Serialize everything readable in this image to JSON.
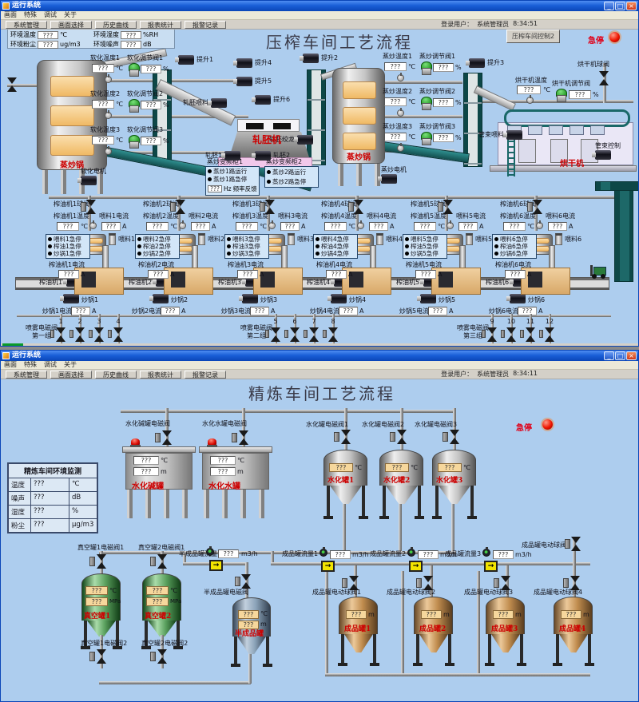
{
  "icons": {
    "flow_arrow": "→",
    "min": "_",
    "max": "□",
    "close": "×"
  },
  "w1": {
    "title": "运行系统",
    "menus": [
      {
        "label": "画面"
      },
      {
        "label": "特殊"
      },
      {
        "label": "调试"
      },
      {
        "label": "关于"
      }
    ],
    "toolbar": [
      {
        "label": "系统管理"
      },
      {
        "label": "画面选择"
      },
      {
        "label": "历史曲线"
      },
      {
        "label": "报表统计"
      },
      {
        "label": "报警记录"
      }
    ],
    "login_label": "登录用户：",
    "login_user": "系统管理员",
    "time": "8:34:51",
    "page_title": "压榨车间工艺流程",
    "ctrl_btn": "压榨车间控制2",
    "estop": "急停",
    "env": [
      {
        "label": "环境温度",
        "value": "???",
        "unit": "℃"
      },
      {
        "label": "环境湿度",
        "value": "???",
        "unit": "%RH"
      },
      {
        "label": "环境粉尘",
        "value": "???",
        "unit": "ug/m3"
      },
      {
        "label": "环境噪声",
        "value": "???",
        "unit": "dB"
      }
    ],
    "tank1_name": "蒸炒锅",
    "tank2_name": "蒸炒锅",
    "mill_name": "轧胚机",
    "dryer_name": "烘干机",
    "soft_rows": [
      {
        "t": "软化温度1",
        "tv": "???",
        "tu": "℃",
        "v": "软化调节阀1",
        "vv": "???",
        "vu": "%"
      },
      {
        "t": "软化温度2",
        "tv": "???",
        "tu": "℃",
        "v": "软化调节阀2",
        "vv": "???",
        "vu": "%"
      },
      {
        "t": "软化温度3",
        "tv": "???",
        "tu": "℃",
        "v": "软化调节阀3",
        "vv": "???",
        "vu": "%"
      }
    ],
    "steam_rows": [
      {
        "t": "蒸炒温度1",
        "tv": "???",
        "tu": "℃",
        "v": "蒸炒调节阀1",
        "vv": "???",
        "vu": "%"
      },
      {
        "t": "蒸炒温度2",
        "tv": "???",
        "tu": "℃",
        "v": "蒸炒调节阀2",
        "vv": "???",
        "vu": "%"
      },
      {
        "t": "蒸炒温度3",
        "tv": "???",
        "tu": "℃",
        "v": "蒸炒调节阀3",
        "vv": "???",
        "vu": "%"
      }
    ],
    "motors": [
      {
        "label": "提升1"
      },
      {
        "label": "提升4"
      },
      {
        "label": "提升5"
      },
      {
        "label": "提升6"
      },
      {
        "label": "提升2"
      },
      {
        "label": "提升3"
      },
      {
        "label": "轧胚喂料"
      },
      {
        "label": "软化电机"
      },
      {
        "label": "蒸炒电机"
      },
      {
        "label": "轧胚绞龙"
      },
      {
        "label": "轧胚1"
      },
      {
        "label": "轧胚2"
      },
      {
        "label": "管束喂料"
      },
      {
        "label": "管束控制"
      }
    ],
    "vfd1": {
      "title": "蒸炒变频柜1",
      "i1": "蒸炒1路运行",
      "i2": "蒸炒1路急停",
      "hz_v": "???",
      "hz_u": "Hz",
      "hz_l": "频率反馈"
    },
    "vfd2": {
      "title": "蒸炒变频柜2",
      "i1": "蒸炒2路运行",
      "i2": "蒸炒2路急停"
    },
    "dryer_temp": {
      "label": "烘干机温度",
      "value": "???",
      "unit": "℃"
    },
    "dryer_valve": {
      "label": "烘干机调节阀",
      "value": "???",
      "unit": "%"
    },
    "dryer_ball": "烘干机球阀",
    "press_units": [
      {
        "ball": "榨油机1球阀",
        "t": "榨油机1温度",
        "tv": "???",
        "tu": "℃",
        "fc": "喂料1电流",
        "fcv": "???",
        "fcu": "A",
        "fm": "喂料1",
        "i1": "喂料1急停",
        "i2": "榨油1急停",
        "i3": "炒锅1急停",
        "pc": "榨油机1电流",
        "pcv": "???",
        "pcu": "A",
        "pm": "榨油机1",
        "wm": "炒锅1",
        "wc": "炒锅1电流",
        "wcv": "???",
        "wcu": "A"
      },
      {
        "ball": "榨油机2球阀",
        "t": "榨油机2温度",
        "tv": "???",
        "tu": "℃",
        "fc": "喂料2电流",
        "fcv": "???",
        "fcu": "A",
        "fm": "喂料2",
        "i1": "喂料2急停",
        "i2": "榨油2急停",
        "i3": "炒锅2急停",
        "pc": "榨油机2电流",
        "pcv": "???",
        "pcu": "A",
        "pm": "榨油机2",
        "wm": "炒锅2",
        "wc": "炒锅2电流",
        "wcv": "???",
        "wcu": "A"
      },
      {
        "ball": "榨油机3球阀",
        "t": "榨油机3温度",
        "tv": "???",
        "tu": "℃",
        "fc": "喂料3电流",
        "fcv": "???",
        "fcu": "A",
        "fm": "喂料3",
        "i1": "喂料3急停",
        "i2": "榨油3急停",
        "i3": "炒锅3急停",
        "pc": "榨油机3电流",
        "pcv": "???",
        "pcu": "A",
        "pm": "榨油机3",
        "wm": "炒锅3",
        "wc": "炒锅3电流",
        "wcv": "???",
        "wcu": "A"
      },
      {
        "ball": "榨油机4球阀",
        "t": "榨油机4温度",
        "tv": "???",
        "tu": "℃",
        "fc": "喂料4电流",
        "fcv": "???",
        "fcu": "A",
        "fm": "喂料4",
        "i1": "喂料4急停",
        "i2": "榨油4急停",
        "i3": "炒锅4急停",
        "pc": "榨油机4电流",
        "pcv": "???",
        "pcu": "A",
        "pm": "榨油机4",
        "wm": "炒锅4",
        "wc": "炒锅4电流",
        "wcv": "???",
        "wcu": "A"
      },
      {
        "ball": "榨油机5球阀",
        "t": "榨油机5温度",
        "tv": "???",
        "tu": "℃",
        "fc": "喂料5电流",
        "fcv": "???",
        "fcu": "A",
        "fm": "喂料5",
        "i1": "喂料5急停",
        "i2": "榨油5急停",
        "i3": "炒锅5急停",
        "pc": "榨油机5电流",
        "pcv": "???",
        "pcu": "A",
        "pm": "榨油机5",
        "wm": "炒锅5",
        "wc": "炒锅5电流",
        "wcv": "???",
        "wcu": "A"
      },
      {
        "ball": "榨油机6球阀",
        "t": "榨油机6温度",
        "tv": "???",
        "tu": "℃",
        "fc": "喂料6电流",
        "fcv": "???",
        "fcu": "A",
        "fm": "喂料6",
        "i1": "喂料6急停",
        "i2": "榨油6急停",
        "i3": "炒锅6急停",
        "pc": "榨油机6电流",
        "pcv": "???",
        "pcu": "A",
        "pm": "榨油机6",
        "wm": "炒锅6",
        "wc": "炒锅6电流",
        "wcv": "???",
        "wcu": "A"
      }
    ],
    "spray_groups": [
      {
        "l1": "喷雾电磁阀",
        "l2": "第一组",
        "nums": [
          "1",
          "2",
          "3",
          "4"
        ]
      },
      {
        "l1": "喷雾电磁阀",
        "l2": "第二组",
        "nums": [
          "5",
          "6",
          "7",
          "8"
        ]
      },
      {
        "l1": "喷雾电磁阀",
        "l2": "第三组",
        "nums": [
          "9",
          "10",
          "11",
          "12"
        ]
      }
    ]
  },
  "w2": {
    "title": "运行系统",
    "menus": [
      {
        "label": "画面"
      },
      {
        "label": "特殊"
      },
      {
        "label": "调试"
      },
      {
        "label": "关于"
      }
    ],
    "toolbar": [
      {
        "label": "系统管理"
      },
      {
        "label": "画面选择"
      },
      {
        "label": "历史曲线"
      },
      {
        "label": "报表统计"
      },
      {
        "label": "报警记录"
      }
    ],
    "login_label": "登录用户：",
    "login_user": "系统管理员",
    "time": "8:34:11",
    "page_title": "精炼车间工艺流程",
    "estop": "急停",
    "env_table": {
      "title": "精炼车间环境监测",
      "rows": [
        {
          "label": "温度",
          "value": "???",
          "unit": "℃"
        },
        {
          "label": "噪声",
          "value": "???",
          "unit": "dB"
        },
        {
          "label": "湿度",
          "value": "???",
          "unit": "%"
        },
        {
          "label": "粉尘",
          "value": "???",
          "unit": "μg/m3"
        }
      ]
    },
    "box_tanks": [
      {
        "valve": "水化碱罐电磁阀",
        "name": "水化碱罐",
        "tv": "???",
        "tu": "℃",
        "lv": "???",
        "lu": "m"
      },
      {
        "valve": "水化水罐电磁阀",
        "name": "水化水罐",
        "tv": "???",
        "tu": "℃",
        "lv": "???",
        "lu": "m"
      }
    ],
    "hydra_tanks": [
      {
        "valve": "水化罐电磁阀1",
        "name": "水化罐1",
        "tv": "???",
        "tu": "℃"
      },
      {
        "valve": "水化罐电磁阀2",
        "name": "水化罐2",
        "tv": "???",
        "tu": "℃"
      },
      {
        "valve": "水化罐电磁阀3",
        "name": "水化罐3",
        "tv": "???",
        "tu": "℃"
      }
    ],
    "vac_tanks": [
      {
        "valve_top": "真空罐1电磁阀1",
        "valve_bot": "真空罐1电磁阀2",
        "name": "真空罐1",
        "tv": "???",
        "tu": "℃",
        "pv": "???",
        "pu": "MPa"
      },
      {
        "valve_top": "真空罐2电磁阀1",
        "valve_bot": "真空罐2电磁阀2",
        "name": "真空罐2",
        "tv": "???",
        "tu": "℃",
        "pv": "???",
        "pu": "MPa"
      }
    ],
    "semi": {
      "flow": "半成品罐流量",
      "fv": "???",
      "fu": "m3/h",
      "valve": "半成品罐电磁阀",
      "name": "半成品罐",
      "tv": "???",
      "tu": "℃",
      "lv": "???",
      "lu": "m"
    },
    "prod_flows": [
      {
        "label": "成品罐流量1",
        "value": "???",
        "unit": "m3/h"
      },
      {
        "label": "成品罐流量2",
        "value": "???",
        "unit": "m3/h"
      },
      {
        "label": "成品罐流量3",
        "value": "???",
        "unit": "m3/h"
      }
    ],
    "prod_valves": [
      {
        "label": "成品罐电动球阀1"
      },
      {
        "label": "成品罐电动球阀2"
      },
      {
        "label": "成品罐电动球阀3"
      },
      {
        "label": "成品罐电动球阀4"
      }
    ],
    "prod_valve5": {
      "label": "成品罐电动球阀5"
    },
    "prod_tanks": [
      {
        "name": "成品罐1",
        "lv": "???",
        "lu": "m"
      },
      {
        "name": "成品罐2",
        "lv": "???",
        "lu": "m"
      },
      {
        "name": "成品罐3",
        "lv": "???",
        "lu": "m"
      },
      {
        "name": "成品罐4",
        "lv": "???",
        "lu": "m"
      }
    ]
  }
}
